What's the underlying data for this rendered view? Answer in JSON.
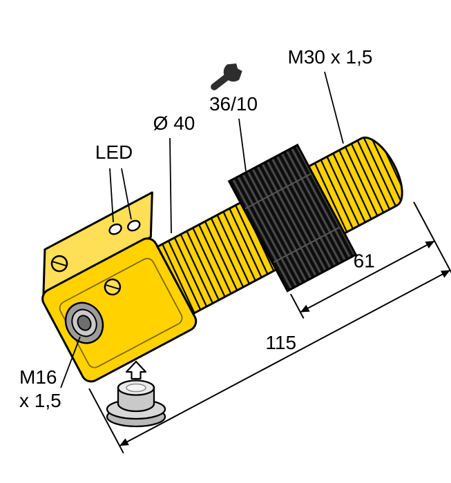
{
  "drawing": {
    "type": "technical-dimension-drawing",
    "subject": "inductive-proximity-sensor",
    "labels": {
      "thread_size": "M30 x 1,5",
      "wrench": "36/10",
      "diameter": "Ø 40",
      "led": "LED",
      "dim_a": "61",
      "dim_b": "115",
      "gland1": "M16",
      "gland2": "x 1,5"
    },
    "colors": {
      "body": "#ffd200",
      "body_light": "#ffdf55",
      "nut": "#2f2f2f",
      "outline": "#000000",
      "metal": "#c9c9c9"
    }
  }
}
